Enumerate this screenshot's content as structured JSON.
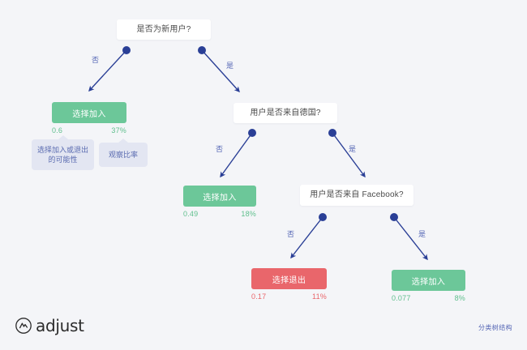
{
  "theme": {
    "background": "#f4f5f8",
    "edge_color": "#2a3f96",
    "edge_label_color": "#5566b5",
    "green": "#6cc799",
    "red": "#e9666b",
    "tooltip_bg": "#e3e6f2",
    "question_bg": "#ffffff"
  },
  "tree": {
    "root_question": "是否为新用户?",
    "questions": [
      {
        "id": "q-root",
        "label": "是否为新用户?"
      },
      {
        "id": "q-germany",
        "label": "用户是否来自德国?"
      },
      {
        "id": "q-facebook",
        "label": "用户是否来自 Facebook?"
      }
    ],
    "edges": [
      {
        "id": "edge-root-no",
        "label": "否",
        "from": "q-root",
        "to": "leaf-optin-1"
      },
      {
        "id": "edge-root-yes",
        "label": "是",
        "from": "q-root",
        "to": "q-germany"
      },
      {
        "id": "edge-germany-no",
        "label": "否",
        "from": "q-germany",
        "to": "leaf-optin-2"
      },
      {
        "id": "edge-germany-yes",
        "label": "是",
        "from": "q-germany",
        "to": "q-facebook"
      },
      {
        "id": "edge-facebook-no",
        "label": "否",
        "from": "q-facebook",
        "to": "leaf-optout"
      },
      {
        "id": "edge-facebook-yes",
        "label": "是",
        "from": "q-facebook",
        "to": "leaf-optin-3"
      }
    ],
    "leaves": [
      {
        "id": "leaf-optin-1",
        "label": "选择加入",
        "kind": "green",
        "probability": "0.6",
        "rate": "37%"
      },
      {
        "id": "leaf-optin-2",
        "label": "选择加入",
        "kind": "green",
        "probability": "0.49",
        "rate": "18%"
      },
      {
        "id": "leaf-optout",
        "label": "选择退出",
        "kind": "red",
        "probability": "0.17",
        "rate": "11%"
      },
      {
        "id": "leaf-optin-3",
        "label": "选择加入",
        "kind": "green",
        "probability": "0.077",
        "rate": "8%"
      }
    ]
  },
  "tooltips": [
    {
      "id": "tooltip-probability",
      "text": "选择加入或退出的可能性"
    },
    {
      "id": "tooltip-rate",
      "text": "观察比率"
    }
  ],
  "footer": {
    "brand": "adjust",
    "caption": "分类树结构"
  }
}
